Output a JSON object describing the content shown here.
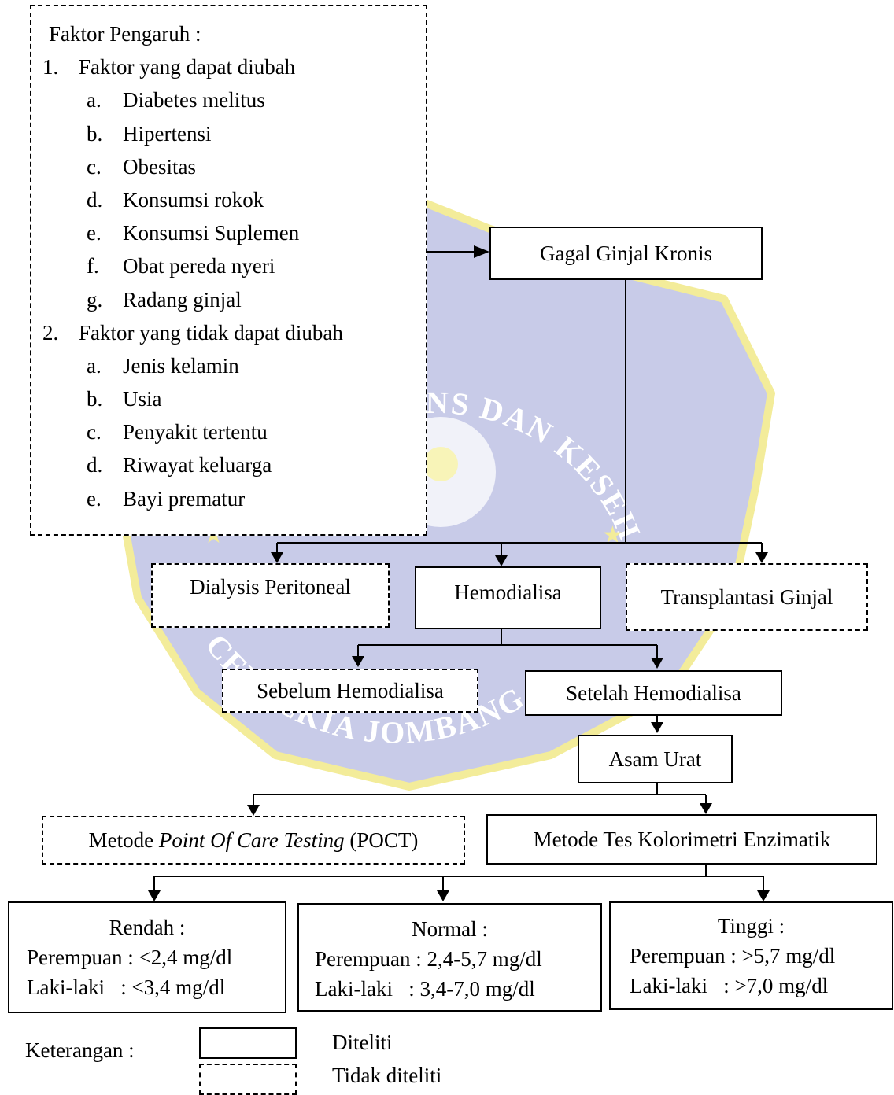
{
  "factors": {
    "title": "Faktor Pengaruh :",
    "groups": [
      {
        "num": "1.",
        "label": "Faktor yang dapat diubah",
        "items": [
          {
            "mark": "a.",
            "text": "Diabetes melitus"
          },
          {
            "mark": "b.",
            "text": "Hipertensi"
          },
          {
            "mark": "c.",
            "text": "Obesitas"
          },
          {
            "mark": "d.",
            "text": "Konsumsi rokok"
          },
          {
            "mark": "e.",
            "text": "Konsumsi Suplemen"
          },
          {
            "mark": "f.",
            "text": "Obat pereda nyeri"
          },
          {
            "mark": "g.",
            "text": "Radang ginjal"
          }
        ]
      },
      {
        "num": "2.",
        "label": "Faktor yang tidak dapat diubah",
        "items": [
          {
            "mark": "a.",
            "text": "Jenis kelamin"
          },
          {
            "mark": "b.",
            "text": "Usia"
          },
          {
            "mark": "c.",
            "text": "Penyakit tertentu"
          },
          {
            "mark": "d.",
            "text": "Riwayat keluarga"
          },
          {
            "mark": "e.",
            "text": "Bayi prematur"
          }
        ]
      }
    ]
  },
  "nodes": {
    "ggk": "Gagal Ginjal Kronis",
    "dialysis": "Dialysis Peritoneal",
    "hemodialisa": "Hemodialisa",
    "transplantasi": "Transplantasi Ginjal",
    "sebelum": "Sebelum Hemodialisa",
    "setelah": "Setelah Hemodialisa",
    "asam_urat": "Asam Urat",
    "poct": {
      "prefix": "Metode ",
      "italic": "Point Of Care Testing",
      "suffix": " (POCT)"
    },
    "kolorimetri": "Metode Tes Kolorimetri Enzimatik"
  },
  "results": [
    {
      "title": "Rendah :",
      "female": "Perempuan : <2,4 mg/dl",
      "male": "Laki-laki   : <3,4 mg/dl"
    },
    {
      "title": "Normal :",
      "female": "Perempuan : 2,4-5,7 mg/dl",
      "male": "Laki-laki   : 3,4-7,0 mg/dl"
    },
    {
      "title": "Tinggi :",
      "female": "Perempuan : >5,7 mg/dl",
      "male": "Laki-laki   : >7,0 mg/dl"
    }
  ],
  "legend": {
    "label": "Keterangan :",
    "solid": "Diteliti",
    "dashed": "Tidak diteliti"
  },
  "watermark": {
    "text_top": "SAINS DAN KESEHATAN",
    "text_bottom": "CENDEKIA JOMBANG",
    "fill": "#c8cbe8",
    "ring": "#f3ec9a"
  }
}
